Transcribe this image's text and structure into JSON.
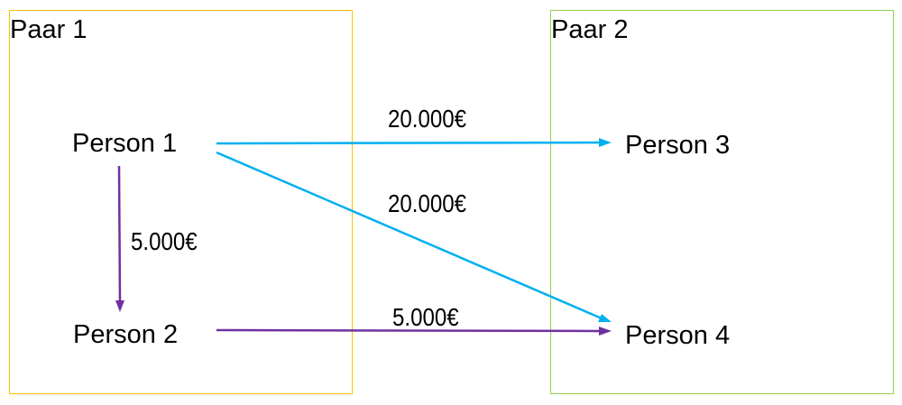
{
  "colors": {
    "pair1_border": "#FFC000",
    "pair2_border": "#92D050",
    "external_transfer": "#00B0F0",
    "internal_transfer": "#7030A0",
    "text": "#000000"
  },
  "groups": [
    {
      "id": "pair1",
      "label": "Paar 1",
      "members": [
        "Person 1",
        "Person 2"
      ]
    },
    {
      "id": "pair2",
      "label": "Paar 2",
      "members": [
        "Person 3",
        "Person 4"
      ]
    }
  ],
  "persons": {
    "p1": "Person 1",
    "p2": "Person 2",
    "p3": "Person 3",
    "p4": "Person 4"
  },
  "transfers": [
    {
      "from": "Person 1",
      "to": "Person 3",
      "amount": "20.000€",
      "color": "#00B0F0"
    },
    {
      "from": "Person 1",
      "to": "Person 4",
      "amount": "20.000€",
      "color": "#00B0F0"
    },
    {
      "from": "Person 1",
      "to": "Person 2",
      "amount": "5.000€",
      "color": "#7030A0"
    },
    {
      "from": "Person 2",
      "to": "Person 4",
      "amount": "5.000€",
      "color": "#7030A0"
    }
  ]
}
